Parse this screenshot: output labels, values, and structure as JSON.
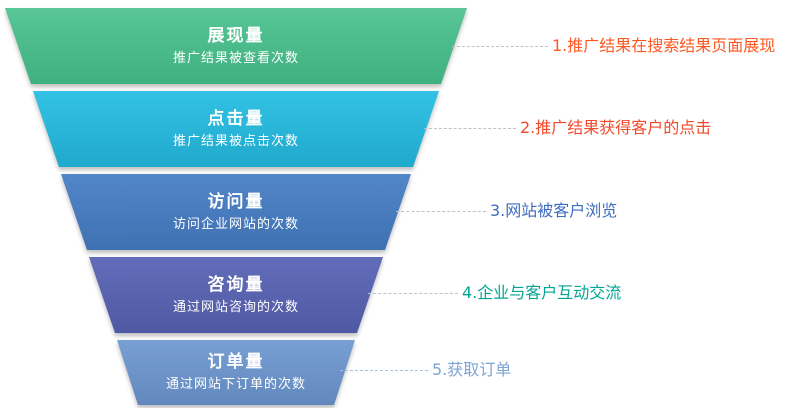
{
  "funnel": {
    "levels": [
      {
        "title": "展现量",
        "subtitle": "推广结果被查看次数",
        "color": "#47bb8a"
      },
      {
        "title": "点击量",
        "subtitle": "推广结果被点击次数",
        "color": "#29b6d9"
      },
      {
        "title": "访问量",
        "subtitle": "访问企业网站的次数",
        "color": "#487cbe"
      },
      {
        "title": "咨询量",
        "subtitle": "通过网站咨询的次数",
        "color": "#5a64b0"
      },
      {
        "title": "订单量",
        "subtitle": "通过网站下订单的次数",
        "color": "#7097cc"
      }
    ],
    "annotations": [
      {
        "label": "1.推广结果在搜索结果页面展现",
        "color": "#ff5722"
      },
      {
        "label": "2.推广结果获得客户的点击",
        "color": "#f1492a"
      },
      {
        "label": "3.网站被客户浏览",
        "color": "#3d6cc0"
      },
      {
        "label": "4.企业与客户互动交流",
        "color": "#00a693"
      },
      {
        "label": "5.获取订单",
        "color": "#7da4d4"
      }
    ],
    "connector_color": "#b9c3c9"
  }
}
